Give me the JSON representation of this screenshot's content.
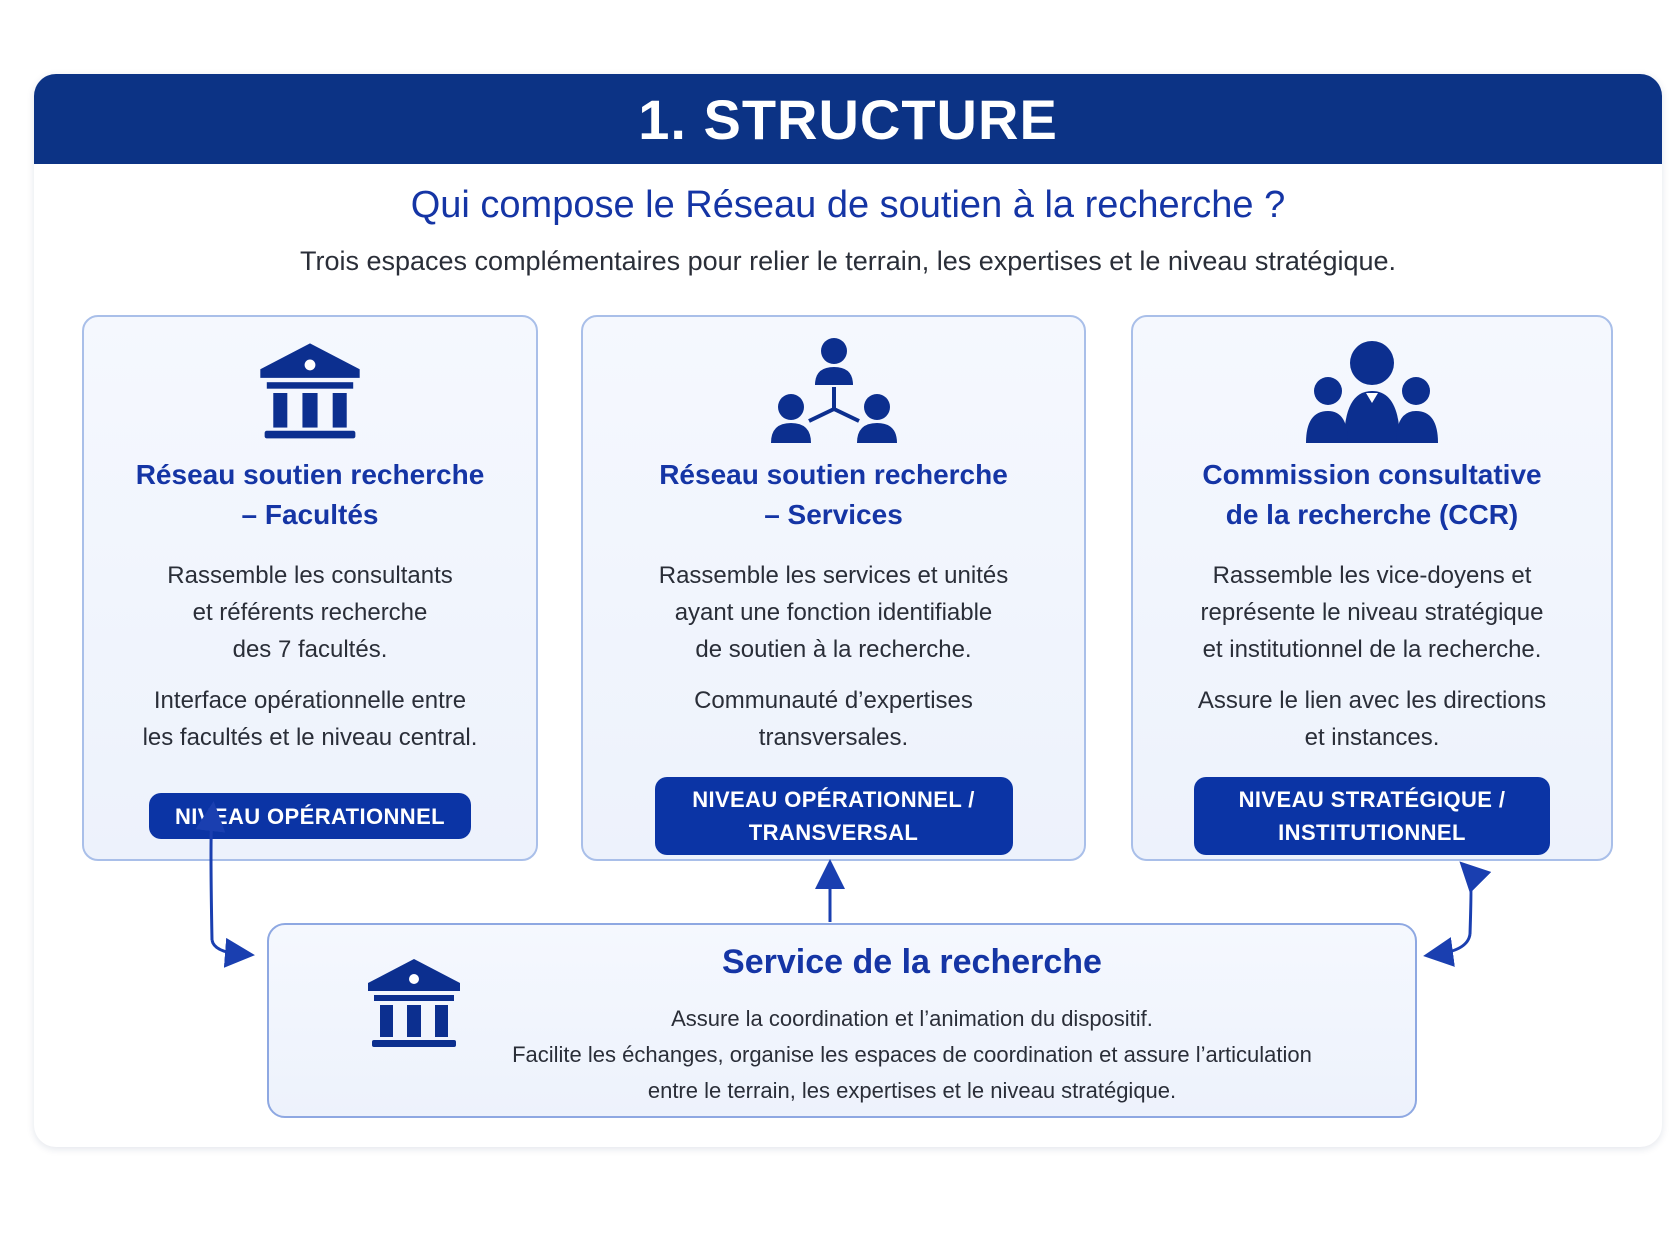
{
  "header": {
    "title": "1. STRUCTURE"
  },
  "subtitle": "Qui compose le Réseau de soutien à la recherche ?",
  "intro": "Trois espaces complémentaires pour relier le terrain, les expertises et le niveau stratégique.",
  "cards": [
    {
      "icon": "institution-icon",
      "title_line1": "Réseau soutien recherche",
      "title_line2": "– Facultés",
      "p1_line1": "Rassemble les consultants",
      "p1_line2": "et référents recherche",
      "p1_line3": "des 7 facultés.",
      "p2_line1": "Interface opérationnelle entre",
      "p2_line2": "les facultés et le niveau central.",
      "badge_line1": "NIVEAU OPÉRATIONNEL",
      "badge_line2": ""
    },
    {
      "icon": "network-people-icon",
      "title_line1": "Réseau soutien recherche",
      "title_line2": "– Services",
      "p1_line1": "Rassemble les services et unités",
      "p1_line2": "ayant une fonction identifiable",
      "p1_line3": "de soutien à la recherche.",
      "p2_line1": "Communauté d’expertises",
      "p2_line2": "transversales.",
      "badge_line1": "NIVEAU OPÉRATIONNEL /",
      "badge_line2": "TRANSVERSAL"
    },
    {
      "icon": "group-people-icon",
      "title_line1": "Commission consultative",
      "title_line2": "de la recherche (CCR)",
      "p1_line1": "Rassemble les vice-doyens et",
      "p1_line2": "représente le niveau stratégique",
      "p1_line3": "et institutionnel de la recherche.",
      "p2_line1": "Assure le lien avec les directions",
      "p2_line2": "et instances.",
      "badge_line1": "NIVEAU STRATÉGIQUE /",
      "badge_line2": "INSTITUTIONNEL"
    }
  ],
  "bottom": {
    "icon": "institution-icon",
    "title": "Service de la recherche",
    "line1": "Assure la coordination et l’animation du dispositif.",
    "line2": "Facilite les échanges, organise les espaces de coordination et assure l’articulation",
    "line3": "entre le terrain, les expertises et le niveau stratégique."
  },
  "colors": {
    "header": "#0c3385",
    "title": "#1535a5",
    "badge": "#0b34a5",
    "border": "#a9bfe9"
  }
}
